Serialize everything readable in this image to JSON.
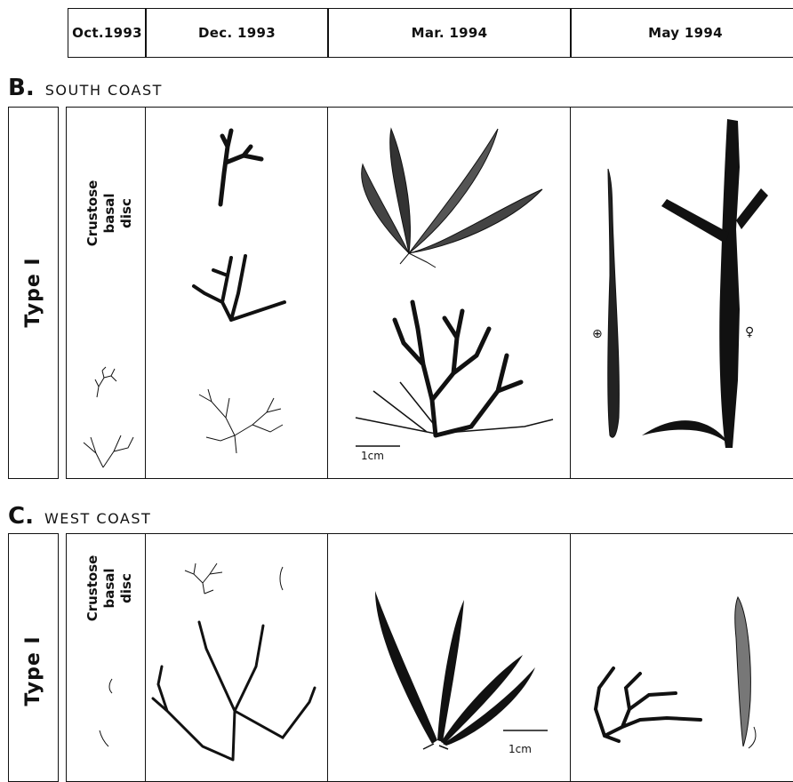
{
  "header": {
    "months": [
      "Oct.1993",
      "Dec. 1993",
      "Mar. 1994",
      "May 1994"
    ]
  },
  "sections": [
    {
      "letter": "B.",
      "title": "SOUTH COAST",
      "row_label": "Type I",
      "basal_disc": "Crustose\nbasal\ndisc",
      "scale": "1cm",
      "symbols": {
        "left": "⊕",
        "right": "♀"
      }
    },
    {
      "letter": "C.",
      "title": "WEST COAST",
      "row_label": "Type I",
      "basal_disc": "Crustose\nbasal\ndisc",
      "scale": "1cm"
    }
  ],
  "colors": {
    "ink": "#111111",
    "paper": "#ffffff"
  }
}
